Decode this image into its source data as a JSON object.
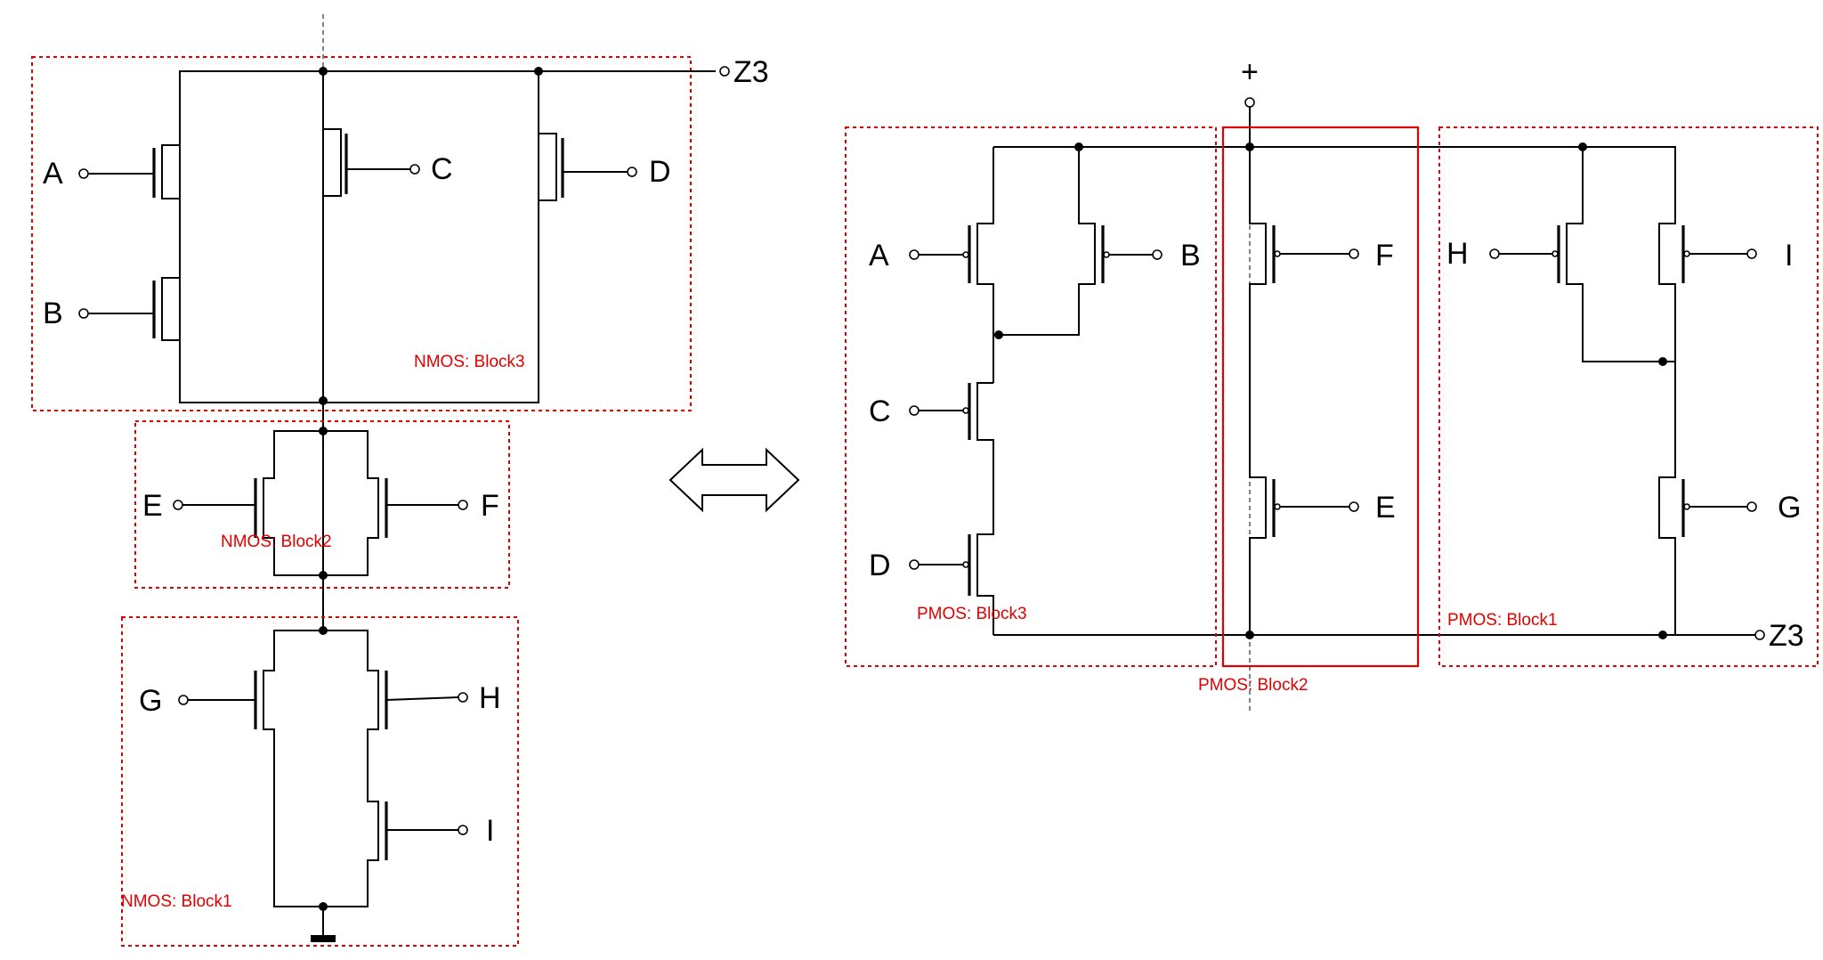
{
  "nmos_network": {
    "output_label": "Z3",
    "inputs": [
      "A",
      "B",
      "C",
      "D",
      "E",
      "F",
      "G",
      "H",
      "I"
    ],
    "blocks": [
      {
        "id": "nmos-block3",
        "label": "NMOS: Block3"
      },
      {
        "id": "nmos-block2",
        "label": "NMOS: Block2"
      },
      {
        "id": "nmos-block1",
        "label": "NMOS: Block1"
      }
    ]
  },
  "pmos_network": {
    "supply_label": "+",
    "output_label": "Z3",
    "inputs": [
      "A",
      "B",
      "C",
      "D",
      "F",
      "E",
      "H",
      "I",
      "G"
    ],
    "blocks": [
      {
        "id": "pmos-block3",
        "label": "PMOS: Block3"
      },
      {
        "id": "pmos-block2",
        "label": "PMOS: Block2"
      },
      {
        "id": "pmos-block1",
        "label": "PMOS: Block1"
      }
    ]
  },
  "equivalence_symbol": "double-arrow-icon",
  "colors": {
    "wire": "#000000",
    "block_outline": "#e00000",
    "background": "#ffffff"
  }
}
